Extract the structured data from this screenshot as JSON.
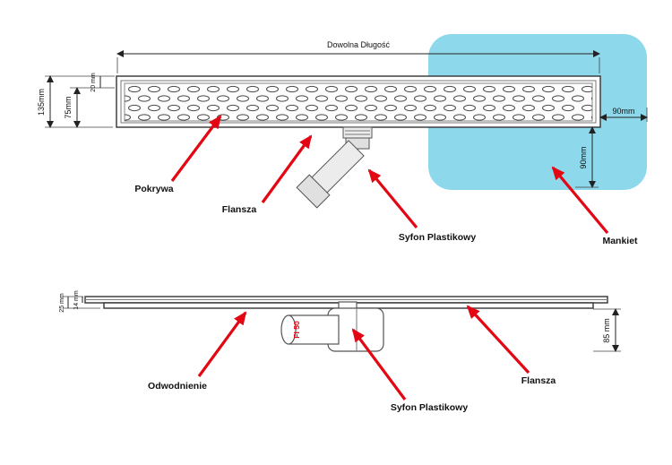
{
  "top": {
    "dim_length": "Dowolna Długość",
    "dim_135": "135mm",
    "dim_75": "75mm",
    "dim_20": "20 mm",
    "dim_90_h": "90mm",
    "dim_90_v": "90mm",
    "label_pokrywa": "Pokrywa",
    "label_flansza": "Flansza",
    "label_syfon": "Syfon Plastikowy",
    "label_mankiet": "Mankiet"
  },
  "bottom": {
    "dim_25": "25 mm",
    "dim_14": "14 mm",
    "dim_85": "85 mm",
    "pipe_label": "FI 50",
    "label_odwodnienie": "Odwodnienie",
    "label_syfon": "Syfon Plastikowy",
    "label_flansza": "Flansza"
  },
  "colors": {
    "membrane": "#8ed8ec",
    "arrow": "#e30613",
    "line": "#222222"
  }
}
